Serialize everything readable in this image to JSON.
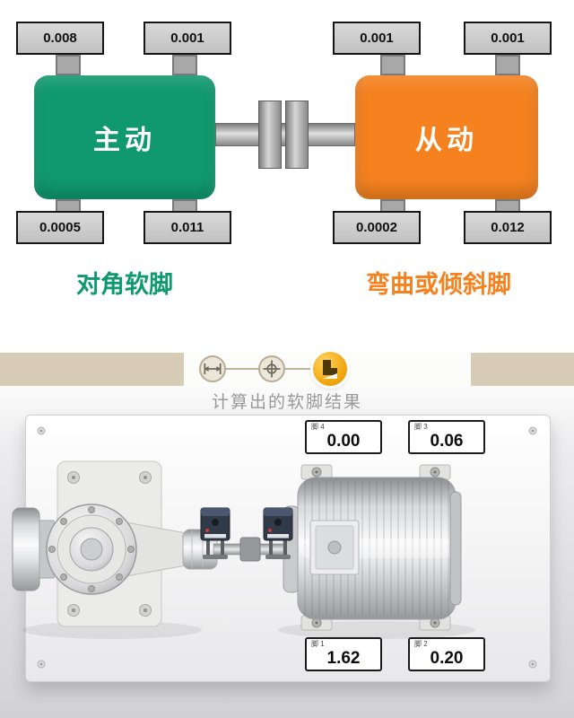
{
  "schematic": {
    "left_machine": {
      "label": "主动",
      "caption": "对角软脚",
      "feet": {
        "top_left": "0.008",
        "top_right": "0.001",
        "bottom_left": "0.0005",
        "bottom_right": "0.011"
      }
    },
    "right_machine": {
      "label": "从动",
      "caption": "弯曲或倾斜脚",
      "feet": {
        "top_left": "0.001",
        "top_right": "0.001",
        "bottom_left": "0.0002",
        "bottom_right": "0.012"
      }
    },
    "colors": {
      "driver_green": "#10996e",
      "driven_orange": "#f5821f"
    }
  },
  "toolbar": {
    "background_color": "#d7cdb7",
    "active_icon_color": "#f0a50d",
    "icons": [
      {
        "name": "dimension-icon",
        "active": false
      },
      {
        "name": "shaft-alignment-icon",
        "active": false
      },
      {
        "name": "soft-foot-icon",
        "active": true
      }
    ]
  },
  "result_panel": {
    "title": "计算出的软脚结果",
    "readings": {
      "foot4": {
        "label": "脚 4",
        "value": "0.00"
      },
      "foot3": {
        "label": "脚 3",
        "value": "0.06"
      },
      "foot1": {
        "label": "脚 1",
        "value": "1.62"
      },
      "foot2": {
        "label": "脚 2",
        "value": "0.20"
      }
    }
  }
}
